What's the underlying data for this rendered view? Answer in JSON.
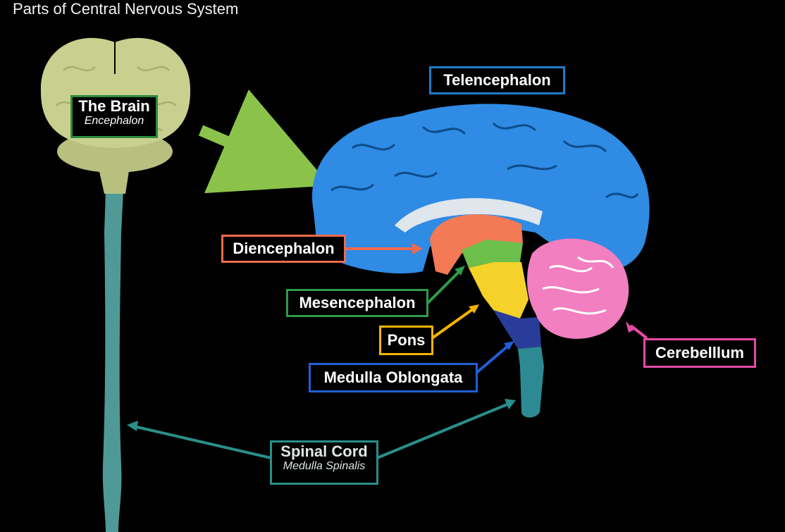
{
  "title": "Parts of Central Nervous System",
  "labels": {
    "brain": {
      "name": "The Brain",
      "sub": "Encephalon"
    },
    "telencephalon": "Telencephalon",
    "diencephalon": "Diencephalon",
    "mesencephalon": "Mesencephalon",
    "pons": "Pons",
    "medulla": "Medulla Oblongata",
    "cerebellum": "Cerebelllum",
    "spinal": {
      "name": "Spinal Cord",
      "sub": "Medulla Spinalis"
    }
  },
  "colors": {
    "background": "#000000",
    "brain_whole": "#c9d08f",
    "spinal_cord": "#4f9a97",
    "telencephalon": "#2f8be3",
    "diencephalon": "#f47a55",
    "mesencephalon": "#6cbf4a",
    "pons": "#f5d22a",
    "medulla": "#2a3c9a",
    "cerebellum": "#f27fbf",
    "arrow_green": "#8bc34a",
    "label_brain": "#2e8b3e",
    "label_telencephalon": "#1e7ac8",
    "label_diencephalon": "#f06a4e",
    "label_mesencephalon": "#2e9a4a",
    "label_pons": "#f4b400",
    "label_medulla": "#1f5fd6",
    "label_cerebellum": "#e44aa5",
    "label_spinal": "#2a8f8a"
  }
}
